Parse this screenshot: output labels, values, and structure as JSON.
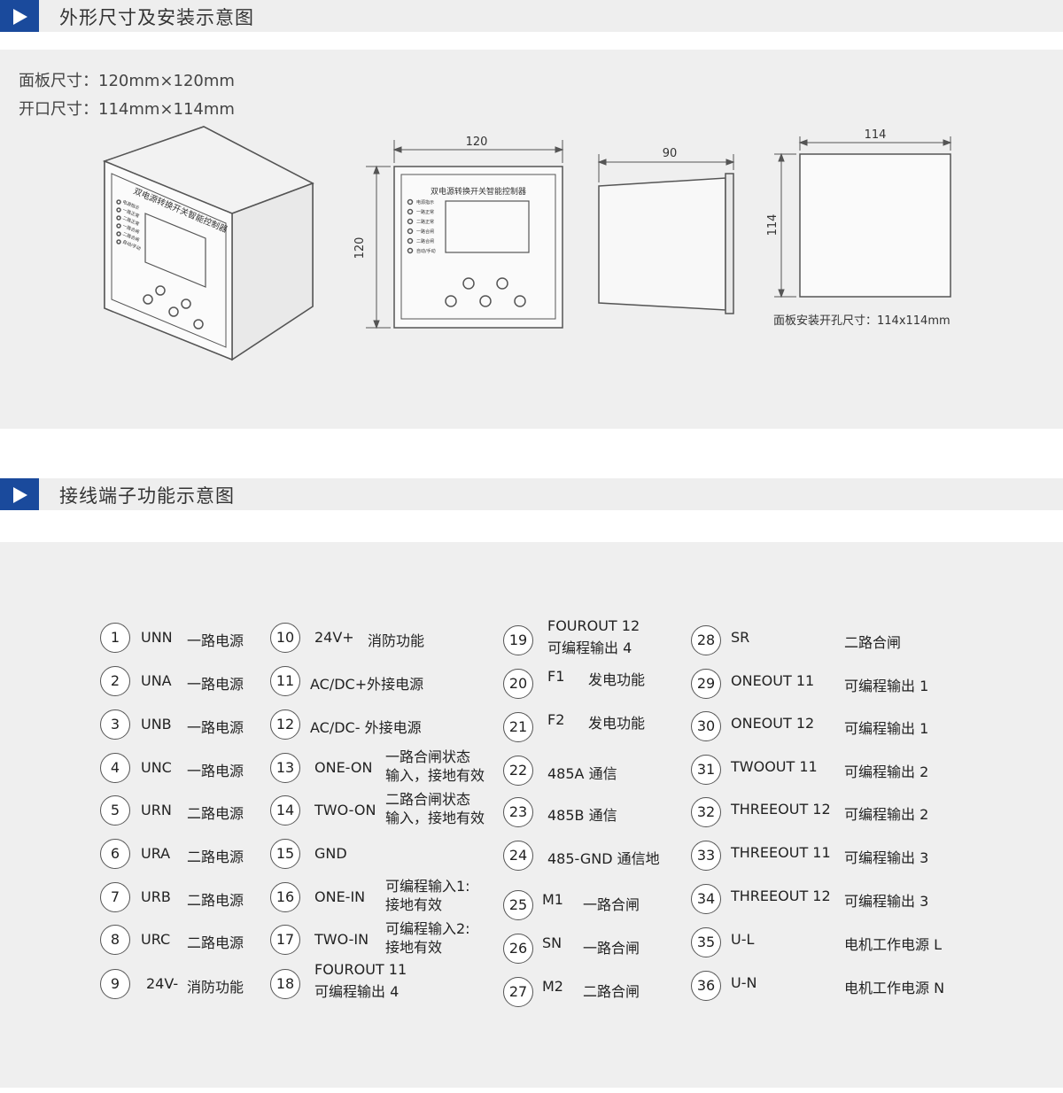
{
  "section1": {
    "title": "外形尺寸及安装示意图"
  },
  "section2": {
    "title": "接线端子功能示意图"
  },
  "dims": {
    "panel_size": "面板尺寸：120mm×120mm",
    "cutout_size": "开口尺寸：114mm×114mm",
    "front_width": "120",
    "front_height": "120",
    "side_depth": "90",
    "rear_width": "114",
    "rear_height": "114",
    "cutout_note": "面板安装开孔尺寸：114x114mm"
  },
  "device": {
    "title": "双电源转换开关智能控制器",
    "indicators": [
      "电源指示",
      "一路正常",
      "二路正常",
      "一路合闸",
      "二路合闸",
      "自动/手动"
    ]
  },
  "colors": {
    "accent": "#1a4a9c",
    "panel_bg": "#efefef",
    "header_bg": "#eeeeee"
  },
  "terminals_col1": [
    {
      "num": "1",
      "code": "UNN",
      "desc": "一路电源"
    },
    {
      "num": "2",
      "code": "UNA",
      "desc": "一路电源"
    },
    {
      "num": "3",
      "code": "UNB",
      "desc": "一路电源"
    },
    {
      "num": "4",
      "code": "UNC",
      "desc": "一路电源"
    },
    {
      "num": "5",
      "code": "URN",
      "desc": "二路电源"
    },
    {
      "num": "6",
      "code": "URA",
      "desc": "二路电源"
    },
    {
      "num": "7",
      "code": "URB",
      "desc": "二路电源"
    },
    {
      "num": "8",
      "code": "URC",
      "desc": "二路电源"
    },
    {
      "num": "9",
      "code": "24V-",
      "desc": "消防功能"
    }
  ],
  "terminals_col2": [
    {
      "num": "10",
      "code": "24V+",
      "desc": "消防功能"
    },
    {
      "num": "11",
      "code": "AC/DC+外接电源",
      "desc": ""
    },
    {
      "num": "12",
      "code": "AC/DC- 外接电源",
      "desc": ""
    },
    {
      "num": "13",
      "code": "ONE-ON",
      "desc_l1": "一路合闸状态",
      "desc_l2": "输入，接地有效"
    },
    {
      "num": "14",
      "code": "TWO-ON",
      "desc_l1": "二路合闸状态",
      "desc_l2": "输入，接地有效"
    },
    {
      "num": "15",
      "code": "GND",
      "desc": ""
    },
    {
      "num": "16",
      "code": "ONE-IN",
      "desc_l1": "可编程输入1:",
      "desc_l2": "接地有效"
    },
    {
      "num": "17",
      "code": "TWO-IN",
      "desc_l1": "可编程输入2:",
      "desc_l2": "接地有效"
    },
    {
      "num": "18",
      "desc_l1": "FOUROUT 11",
      "desc_l2": "可编程输出 4"
    }
  ],
  "terminals_col3": [
    {
      "num": "19",
      "desc_l1": "FOUROUT 12",
      "desc_l2": "可编程输出 4"
    },
    {
      "num": "20",
      "code": "F1",
      "desc": "发电功能"
    },
    {
      "num": "21",
      "code": "F2",
      "desc": "发电功能"
    },
    {
      "num": "22",
      "code": "485A 通信",
      "desc": ""
    },
    {
      "num": "23",
      "code": "485B 通信",
      "desc": ""
    },
    {
      "num": "24",
      "code": "485-GND 通信地",
      "desc": ""
    },
    {
      "num": "25",
      "code": "M1",
      "desc": "一路合闸"
    },
    {
      "num": "26",
      "code": "SN",
      "desc": "一路合闸"
    },
    {
      "num": "27",
      "code": "M2",
      "desc": "二路合闸"
    }
  ],
  "terminals_col4": [
    {
      "num": "28",
      "code": "SR",
      "desc": "二路合闸"
    },
    {
      "num": "29",
      "code": "ONEOUT 11",
      "desc": "可编程输出 1"
    },
    {
      "num": "30",
      "code": "ONEOUT 12",
      "desc": "可编程输出 1"
    },
    {
      "num": "31",
      "code": "TWOOUT 11",
      "desc": "可编程输出 2"
    },
    {
      "num": "32",
      "code": "THREEOUT 12",
      "desc": "可编程输出 2"
    },
    {
      "num": "33",
      "code": "THREEOUT 11",
      "desc": "可编程输出 3"
    },
    {
      "num": "34",
      "code": "THREEOUT 12",
      "desc": "可编程输出 3"
    },
    {
      "num": "35",
      "code": "U-L",
      "desc": "电机工作电源 L"
    },
    {
      "num": "36",
      "code": "U-N",
      "desc": "电机工作电源 N"
    }
  ]
}
